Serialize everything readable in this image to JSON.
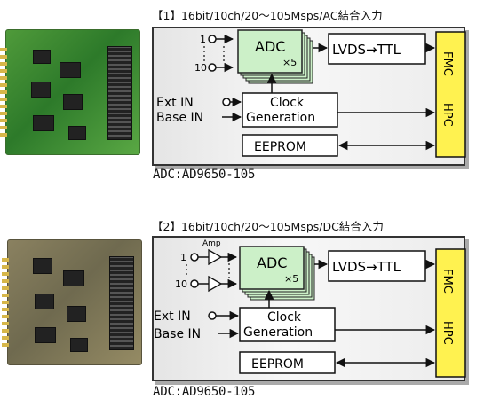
{
  "sections": [
    {
      "title": "【1】16bit/10ch/20～105Msps/AC結合入力",
      "caption": "ADC:AD9650-105",
      "channel_top": "1",
      "channel_bottom": "10",
      "adc_label": "ADC",
      "adc_multiplier": "×5",
      "lvds_label": "LVDS→TTL",
      "clock_label_1": "Clock",
      "clock_label_2": "Generation",
      "eeprom_label": "EEPROM",
      "ext_in": "Ext IN",
      "base_in": "Base IN",
      "fmc_label": "FMC",
      "hpc_label": "HPC"
    },
    {
      "title": "【2】16bit/10ch/20～105Msps/DC結合入力",
      "caption": "ADC:AD9650-105",
      "amp_label": "Amp",
      "channel_top": "1",
      "channel_bottom": "10",
      "adc_label": "ADC",
      "adc_multiplier": "×5",
      "lvds_label": "LVDS→TTL",
      "clock_label_1": "Clock",
      "clock_label_2": "Generation",
      "eeprom_label": "EEPROM",
      "ext_in": "Ext IN",
      "base_in": "Base IN",
      "fmc_label": "FMC",
      "hpc_label": "HPC"
    }
  ],
  "colors": {
    "adc_fill": "#ccf0c8",
    "fmc_fill": "#fff250",
    "panel_border": "#333333"
  }
}
